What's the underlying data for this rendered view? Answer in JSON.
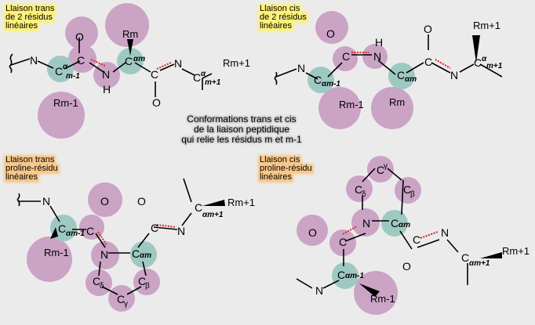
{
  "panels": {
    "top_left": {
      "title_lines": [
        "Llaison trans",
        "de 2 résidus",
        "linéaires"
      ]
    },
    "top_right": {
      "title_lines": [
        "Llaison cis",
        "de 2 résidus",
        "linéaires"
      ]
    },
    "bottom_left": {
      "title_lines": [
        "Llaison trans",
        "proline-résidu",
        "linéaires"
      ]
    },
    "bottom_right": {
      "title_lines": [
        "Llaison cis",
        "proline-résidu",
        "linéaires"
      ]
    }
  },
  "caption": {
    "lines": [
      "Conformations trans et cis",
      "de la liaison peptidique",
      "qui relie les résidus m et m-1"
    ]
  },
  "atoms": {
    "N": "N",
    "C": "C",
    "O": "O",
    "H": "H",
    "Ca": "C",
    "alpha": "α",
    "m": "m",
    "m_minus_1": "m-1",
    "m_plus_1": "m+1",
    "R_m": "Rm",
    "R_m_minus_1": "Rm-1",
    "R_m_plus_1": "Rm+1",
    "delta": "δ",
    "beta": "β",
    "gamma": "γ"
  },
  "colors": {
    "background": "#ebebeb",
    "sphere_pink": "#c9a0c4",
    "sphere_teal": "#9ec9c2",
    "peptide_bond_dash": "#e0202a",
    "label_top": "#fdf17a",
    "label_bottom": "#f8c88a"
  }
}
